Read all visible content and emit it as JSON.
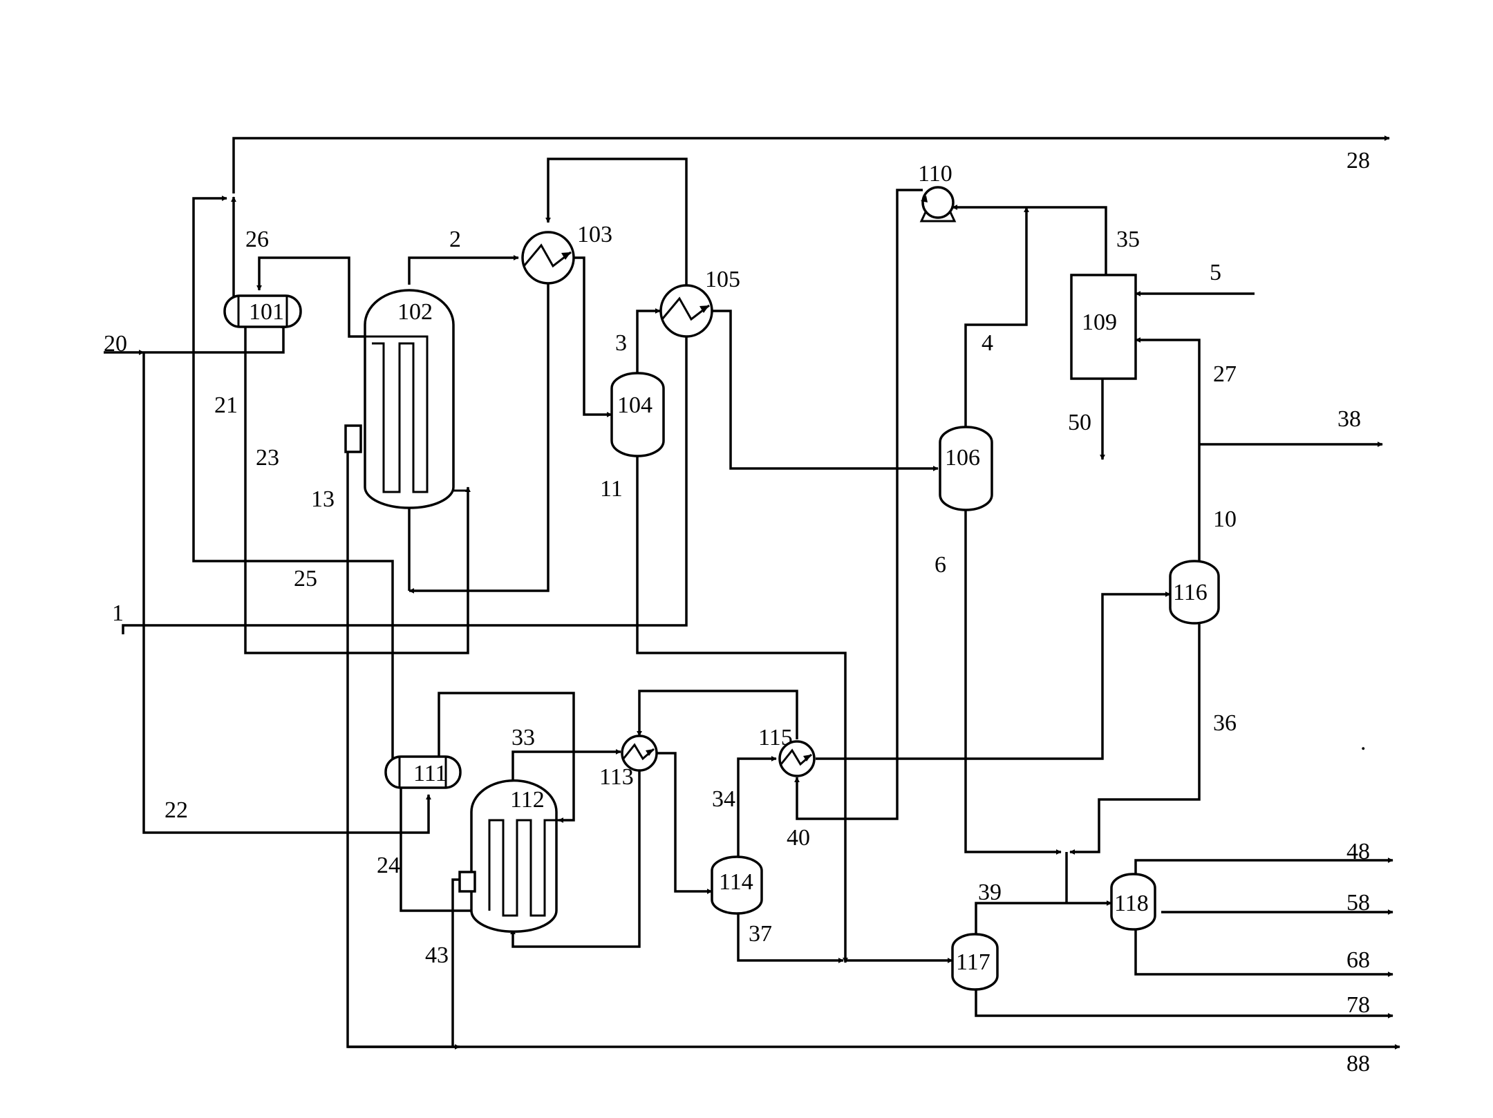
{
  "equipment": {
    "e101": "101",
    "e102": "102",
    "e103": "103",
    "e104": "104",
    "e105": "105",
    "e106": "106",
    "e109": "109",
    "e110": "110",
    "e111": "111",
    "e112": "112",
    "e113": "113",
    "e114": "114",
    "e115": "115",
    "e116": "116",
    "e117": "117",
    "e118": "118"
  },
  "streams": {
    "s1": "1",
    "s2": "2",
    "s3": "3",
    "s4": "4",
    "s5": "5",
    "s6": "6",
    "s10": "10",
    "s11": "11",
    "s13": "13",
    "s20": "20",
    "s21": "21",
    "s22": "22",
    "s23": "23",
    "s24": "24",
    "s25": "25",
    "s26": "26",
    "s27": "27",
    "s28": "28",
    "s33": "33",
    "s34": "34",
    "s35": "35",
    "s36": "36",
    "s37": "37",
    "s38": "38",
    "s39": "39",
    "s40": "40",
    "s43": "43",
    "s48": "48",
    "s50": "50",
    "s58": "58",
    "s68": "68",
    "s78": "78",
    "s88": "88"
  },
  "stray_mark": "."
}
